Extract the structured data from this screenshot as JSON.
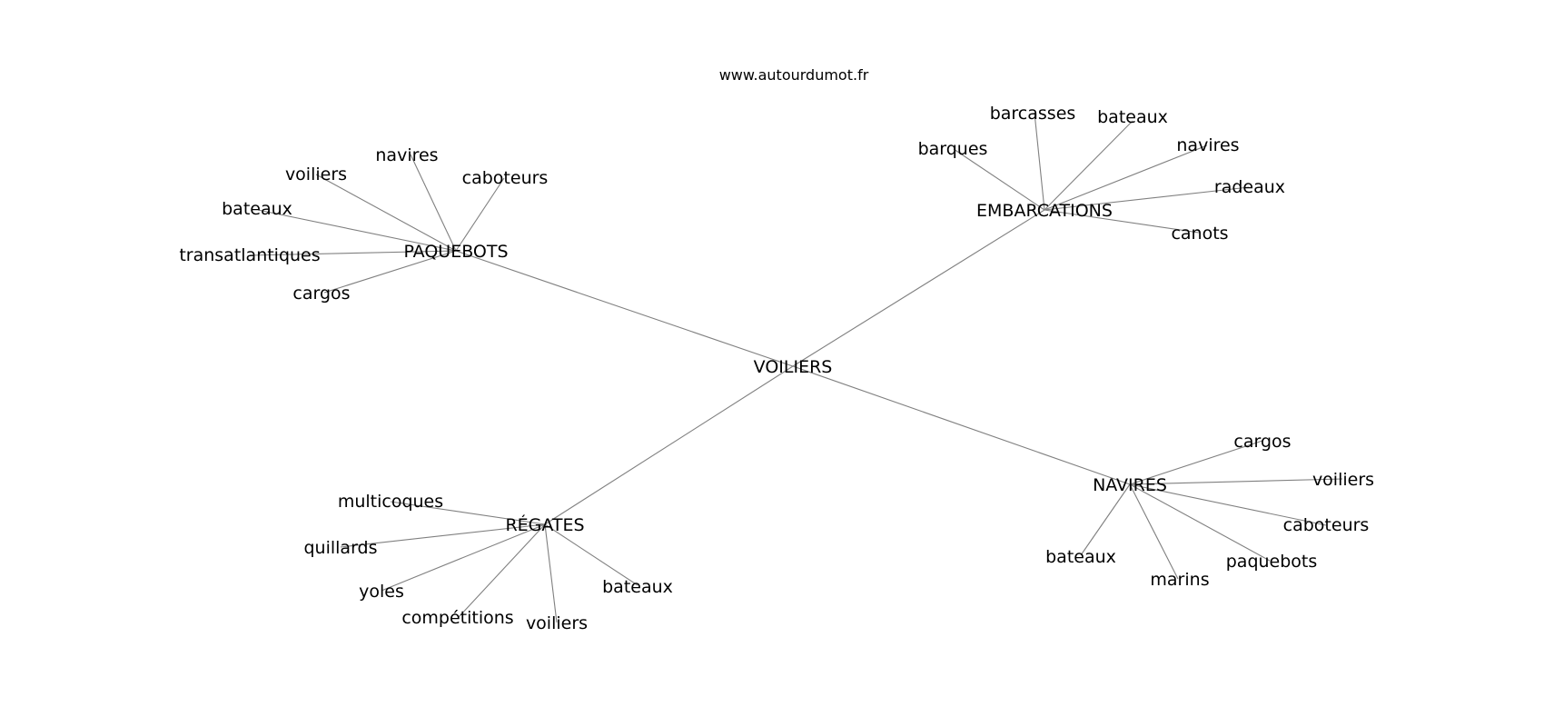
{
  "source": "www.autourdumot.fr",
  "root": {
    "label": "VOILIERS"
  },
  "hubs": [
    {
      "id": "paquebots",
      "label": "PAQUEBOTS",
      "leaves": [
        "navires",
        "voiliers",
        "caboteurs",
        "bateaux",
        "transatlantiques",
        "cargos"
      ]
    },
    {
      "id": "embarcations",
      "label": "EMBARCATIONS",
      "leaves": [
        "barcasses",
        "bateaux",
        "barques",
        "navires",
        "radeaux",
        "canots"
      ]
    },
    {
      "id": "regates",
      "label": "RÉGATES",
      "leaves": [
        "multicoques",
        "quillards",
        "yoles",
        "compétitions",
        "voiliers",
        "bateaux"
      ]
    },
    {
      "id": "navires",
      "label": "NAVIRES",
      "leaves": [
        "cargos",
        "voiliers",
        "caboteurs",
        "bateaux",
        "marins",
        "paquebots"
      ]
    }
  ]
}
